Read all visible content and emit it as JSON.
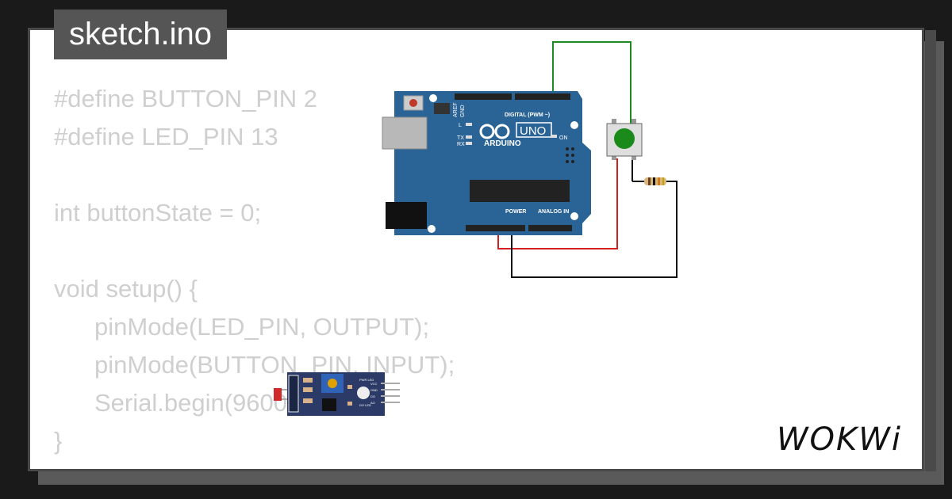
{
  "title": "sketch.ino",
  "code_lines": [
    {
      "text": "#define BUTTON_PIN 2",
      "indent": 0
    },
    {
      "text": "#define LED_PIN 13",
      "indent": 0
    },
    {
      "text": "",
      "indent": 0
    },
    {
      "text": "int buttonState = 0;",
      "indent": 0
    },
    {
      "text": "",
      "indent": 0
    },
    {
      "text": "void setup() {",
      "indent": 0
    },
    {
      "text": "pinMode(LED_PIN, OUTPUT);",
      "indent": 1
    },
    {
      "text": "pinMode(BUTTON_PIN, INPUT);",
      "indent": 1
    },
    {
      "text": "Serial.begin(9600);",
      "indent": 1
    },
    {
      "text": "}",
      "indent": 0
    }
  ],
  "arduino": {
    "brand": "ARDUINO",
    "model": "UNO",
    "digital_label": "DIGITAL (PWM ~)",
    "power_label": "POWER",
    "analog_label": "ANALOG IN",
    "on_label": "ON",
    "l_label": "L",
    "tx_label": "TX",
    "rx_label": "RX",
    "aref_label": "AREF",
    "gnd_label": "GND"
  },
  "sensor_module": {
    "labels": [
      "PWR LED",
      "VCC",
      "GND",
      "DO",
      "AO",
      "DO LED"
    ]
  },
  "logo": "WOKWi",
  "colors": {
    "background": "#1a1a1a",
    "card": "#ffffff",
    "code_text": "#cfcfcf",
    "board": "#2a6496",
    "wire_green": "#1f8a1f",
    "wire_red": "#d42020",
    "wire_black": "#111111",
    "button_cap": "#1a8a1a"
  }
}
